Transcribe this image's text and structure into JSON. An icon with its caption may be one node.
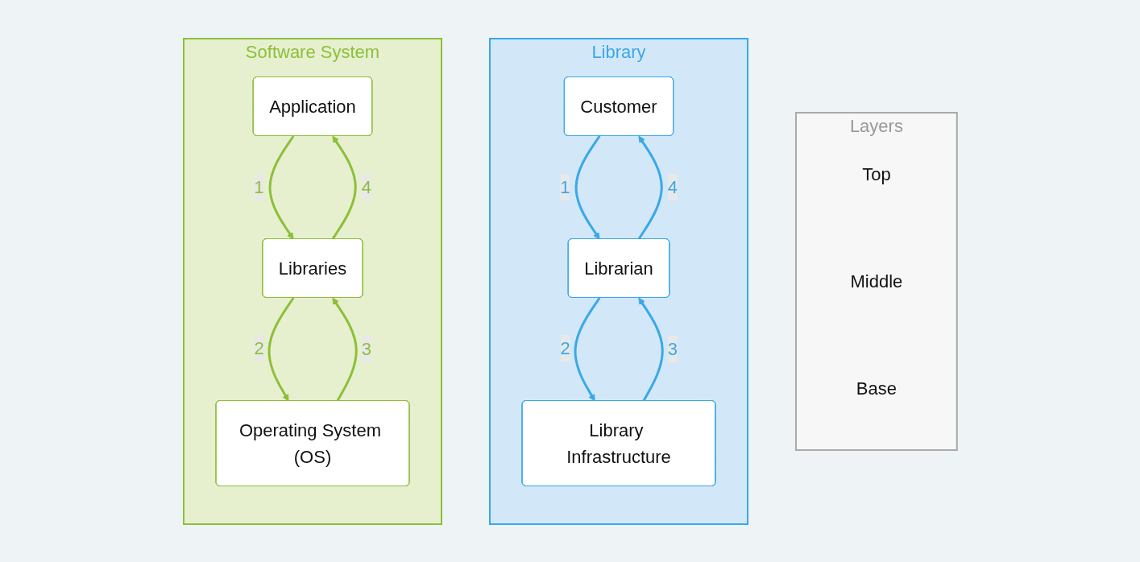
{
  "diagram": {
    "nodes": [
      {
        "text": [
          "Software System"
        ]
      },
      {
        "text": [
          "Application"
        ],
        "in": 0
      },
      {
        "text": [
          "Libraries"
        ],
        "in": 0
      },
      {
        "text": [
          "Operating System (OS)"
        ],
        "in": 0
      },
      {
        "text": [
          "Library"
        ]
      },
      {
        "text": [
          "Customer"
        ],
        "in": 4
      },
      {
        "text": [
          "Librarian"
        ],
        "in": 4
      },
      {
        "text": [
          "Library Infrastructure"
        ],
        "in": 4
      },
      {
        "text": [
          "Layers"
        ]
      },
      {
        "text": [
          "Top"
        ],
        "in": 8
      },
      {
        "text": [
          "Middle"
        ],
        "in": 8
      },
      {
        "text": [
          "Base"
        ],
        "in": 8
      }
    ],
    "edges": [
      {
        "from": 1,
        "to": 2,
        "arrow": "to",
        "label": "1",
        "color": "#8dbf3a"
      },
      {
        "from": 2,
        "to": 3,
        "arrow": "to",
        "label": "2",
        "color": "#8dbf3a"
      },
      {
        "from": 3,
        "to": 2,
        "arrow": "to",
        "label": "3",
        "color": "#8dbf3a"
      },
      {
        "from": 2,
        "to": 1,
        "arrow": "to",
        "label": "4",
        "color": "#8dbf3a"
      },
      {
        "from": 5,
        "to": 6,
        "arrow": "to",
        "label": "1",
        "color": "#3aa8e8"
      },
      {
        "from": 6,
        "to": 7,
        "arrow": "to",
        "label": "2",
        "color": "#3aa8e8"
      },
      {
        "from": 7,
        "to": 6,
        "arrow": "to",
        "label": "3",
        "color": "#3aa8e8"
      },
      {
        "from": 6,
        "to": 5,
        "arrow": "to",
        "label": "4",
        "color": "#3aa8e8"
      }
    ]
  }
}
